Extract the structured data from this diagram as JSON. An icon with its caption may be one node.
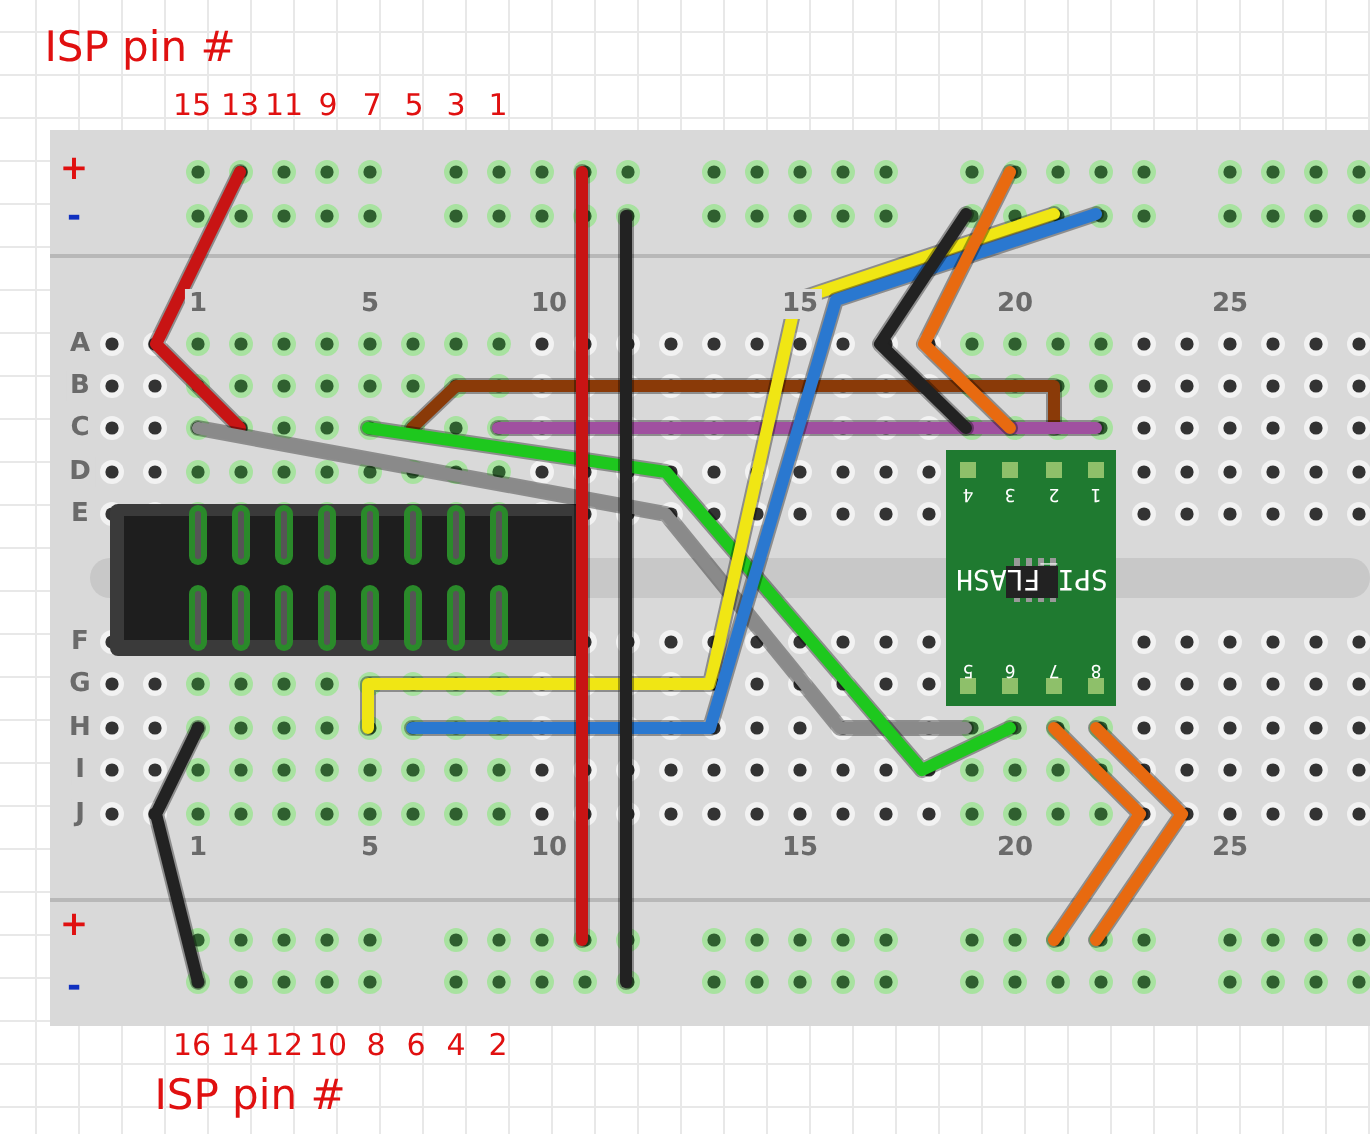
{
  "diagram": {
    "nodes": [
      {
        "text": [
          "SPI_FLASH"
        ]
      }
    ],
    "labels": [
      "ISP pin #",
      "15",
      "13",
      "11",
      "9",
      "7",
      "5",
      "3",
      "1",
      "+",
      "-",
      "1",
      "5",
      "10",
      "15",
      "20",
      "25",
      "A",
      "B",
      "C",
      "D",
      "E",
      "4",
      "3",
      "2",
      "1",
      "F",
      "G",
      "H",
      "I",
      "J",
      "5",
      "6",
      "7",
      "8",
      "1",
      "5",
      "10",
      "15",
      "20",
      "25",
      "+",
      "-",
      "16",
      "14",
      "12",
      "10",
      "8",
      "6",
      "4",
      "2",
      "ISP pin #"
    ]
  }
}
